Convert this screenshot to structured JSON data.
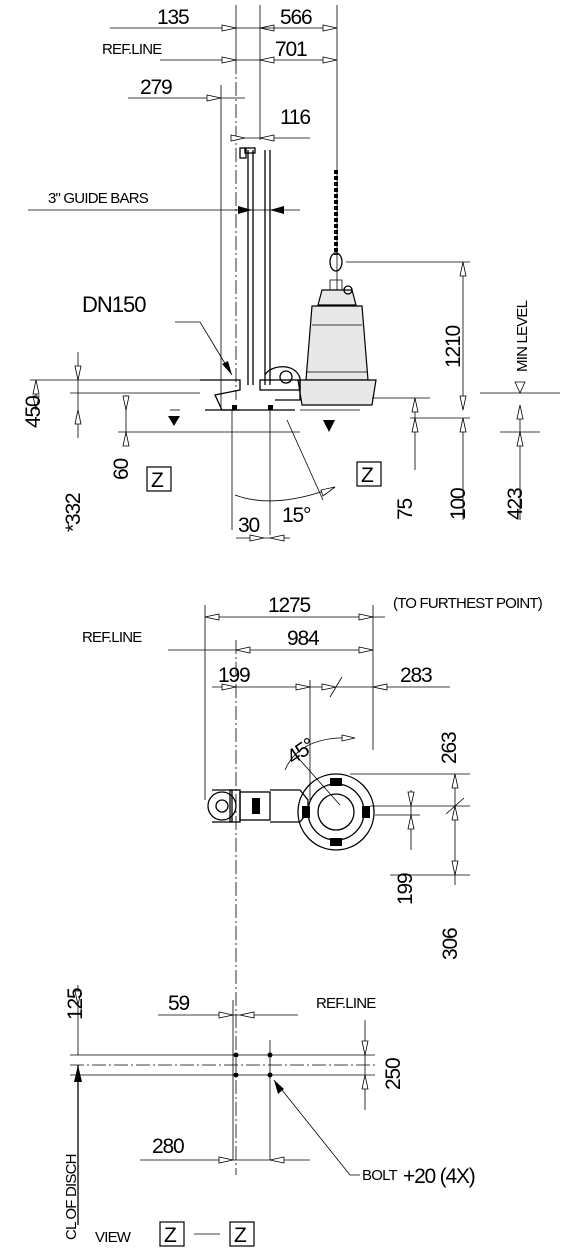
{
  "elevation": {
    "dim_135": "135",
    "dim_566": "566",
    "ref_line": "REF.LINE",
    "dim_701": "701",
    "dim_279": "279",
    "dim_116": "116",
    "guide_bars": "3\" GUIDE BARS",
    "dn150": "DN150",
    "dim_1210": "1210",
    "min_level": "MIN LEVEL",
    "dim_450": "450",
    "dim_332": "*332",
    "dim_60": "60",
    "z_left": "Z",
    "z_right": "Z",
    "dim_75": "75",
    "dim_100": "100",
    "dim_423": "423",
    "dim_30": "30",
    "dim_15deg": "15°"
  },
  "plan": {
    "dim_1275": "1275",
    "furthest_point": "(TO FURTHEST POINT)",
    "ref_line": "REF.LINE",
    "dim_984": "984",
    "dim_199_top": "199",
    "dim_283": "283",
    "dim_45deg": "45°",
    "dim_263": "263",
    "dim_199_right": "199",
    "dim_306": "306"
  },
  "view_z": {
    "dim_125": "125",
    "dim_59": "59",
    "ref_line": "REF.LINE",
    "dim_250": "250",
    "dim_280": "280",
    "cl_of_disch": "CL OF DISCH",
    "bolt": "BOLT",
    "bolt_size": "+20 (4X)",
    "view": "VIEW",
    "z_a": "Z",
    "z_b": "Z"
  }
}
